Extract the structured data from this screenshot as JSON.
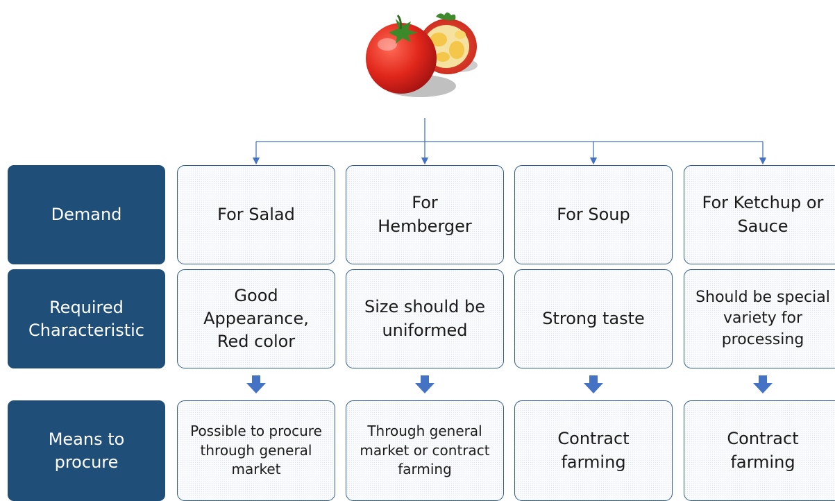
{
  "icon": "tomato-illustration",
  "colors": {
    "header_fill": "#1f4e79",
    "cell_border": "#2e5b8a",
    "arrow": "#4472c4",
    "connector": "#4472c4"
  },
  "rows": {
    "demand": "Demand",
    "characteristic": "Required Characteristic",
    "procure": "Means to procure"
  },
  "columns": [
    {
      "demand": "For Salad",
      "characteristic": "Good Appearance, Red color",
      "procure": "Possible to procure through general market"
    },
    {
      "demand": "For Hemberger",
      "characteristic": "Size should be uniformed",
      "procure": "Through general market or contract farming"
    },
    {
      "demand": "For Soup",
      "characteristic": "Strong taste",
      "procure": "Contract farming"
    },
    {
      "demand": "For Ketchup or Sauce",
      "characteristic": "Should be special variety for processing",
      "procure": "Contract farming"
    }
  ]
}
